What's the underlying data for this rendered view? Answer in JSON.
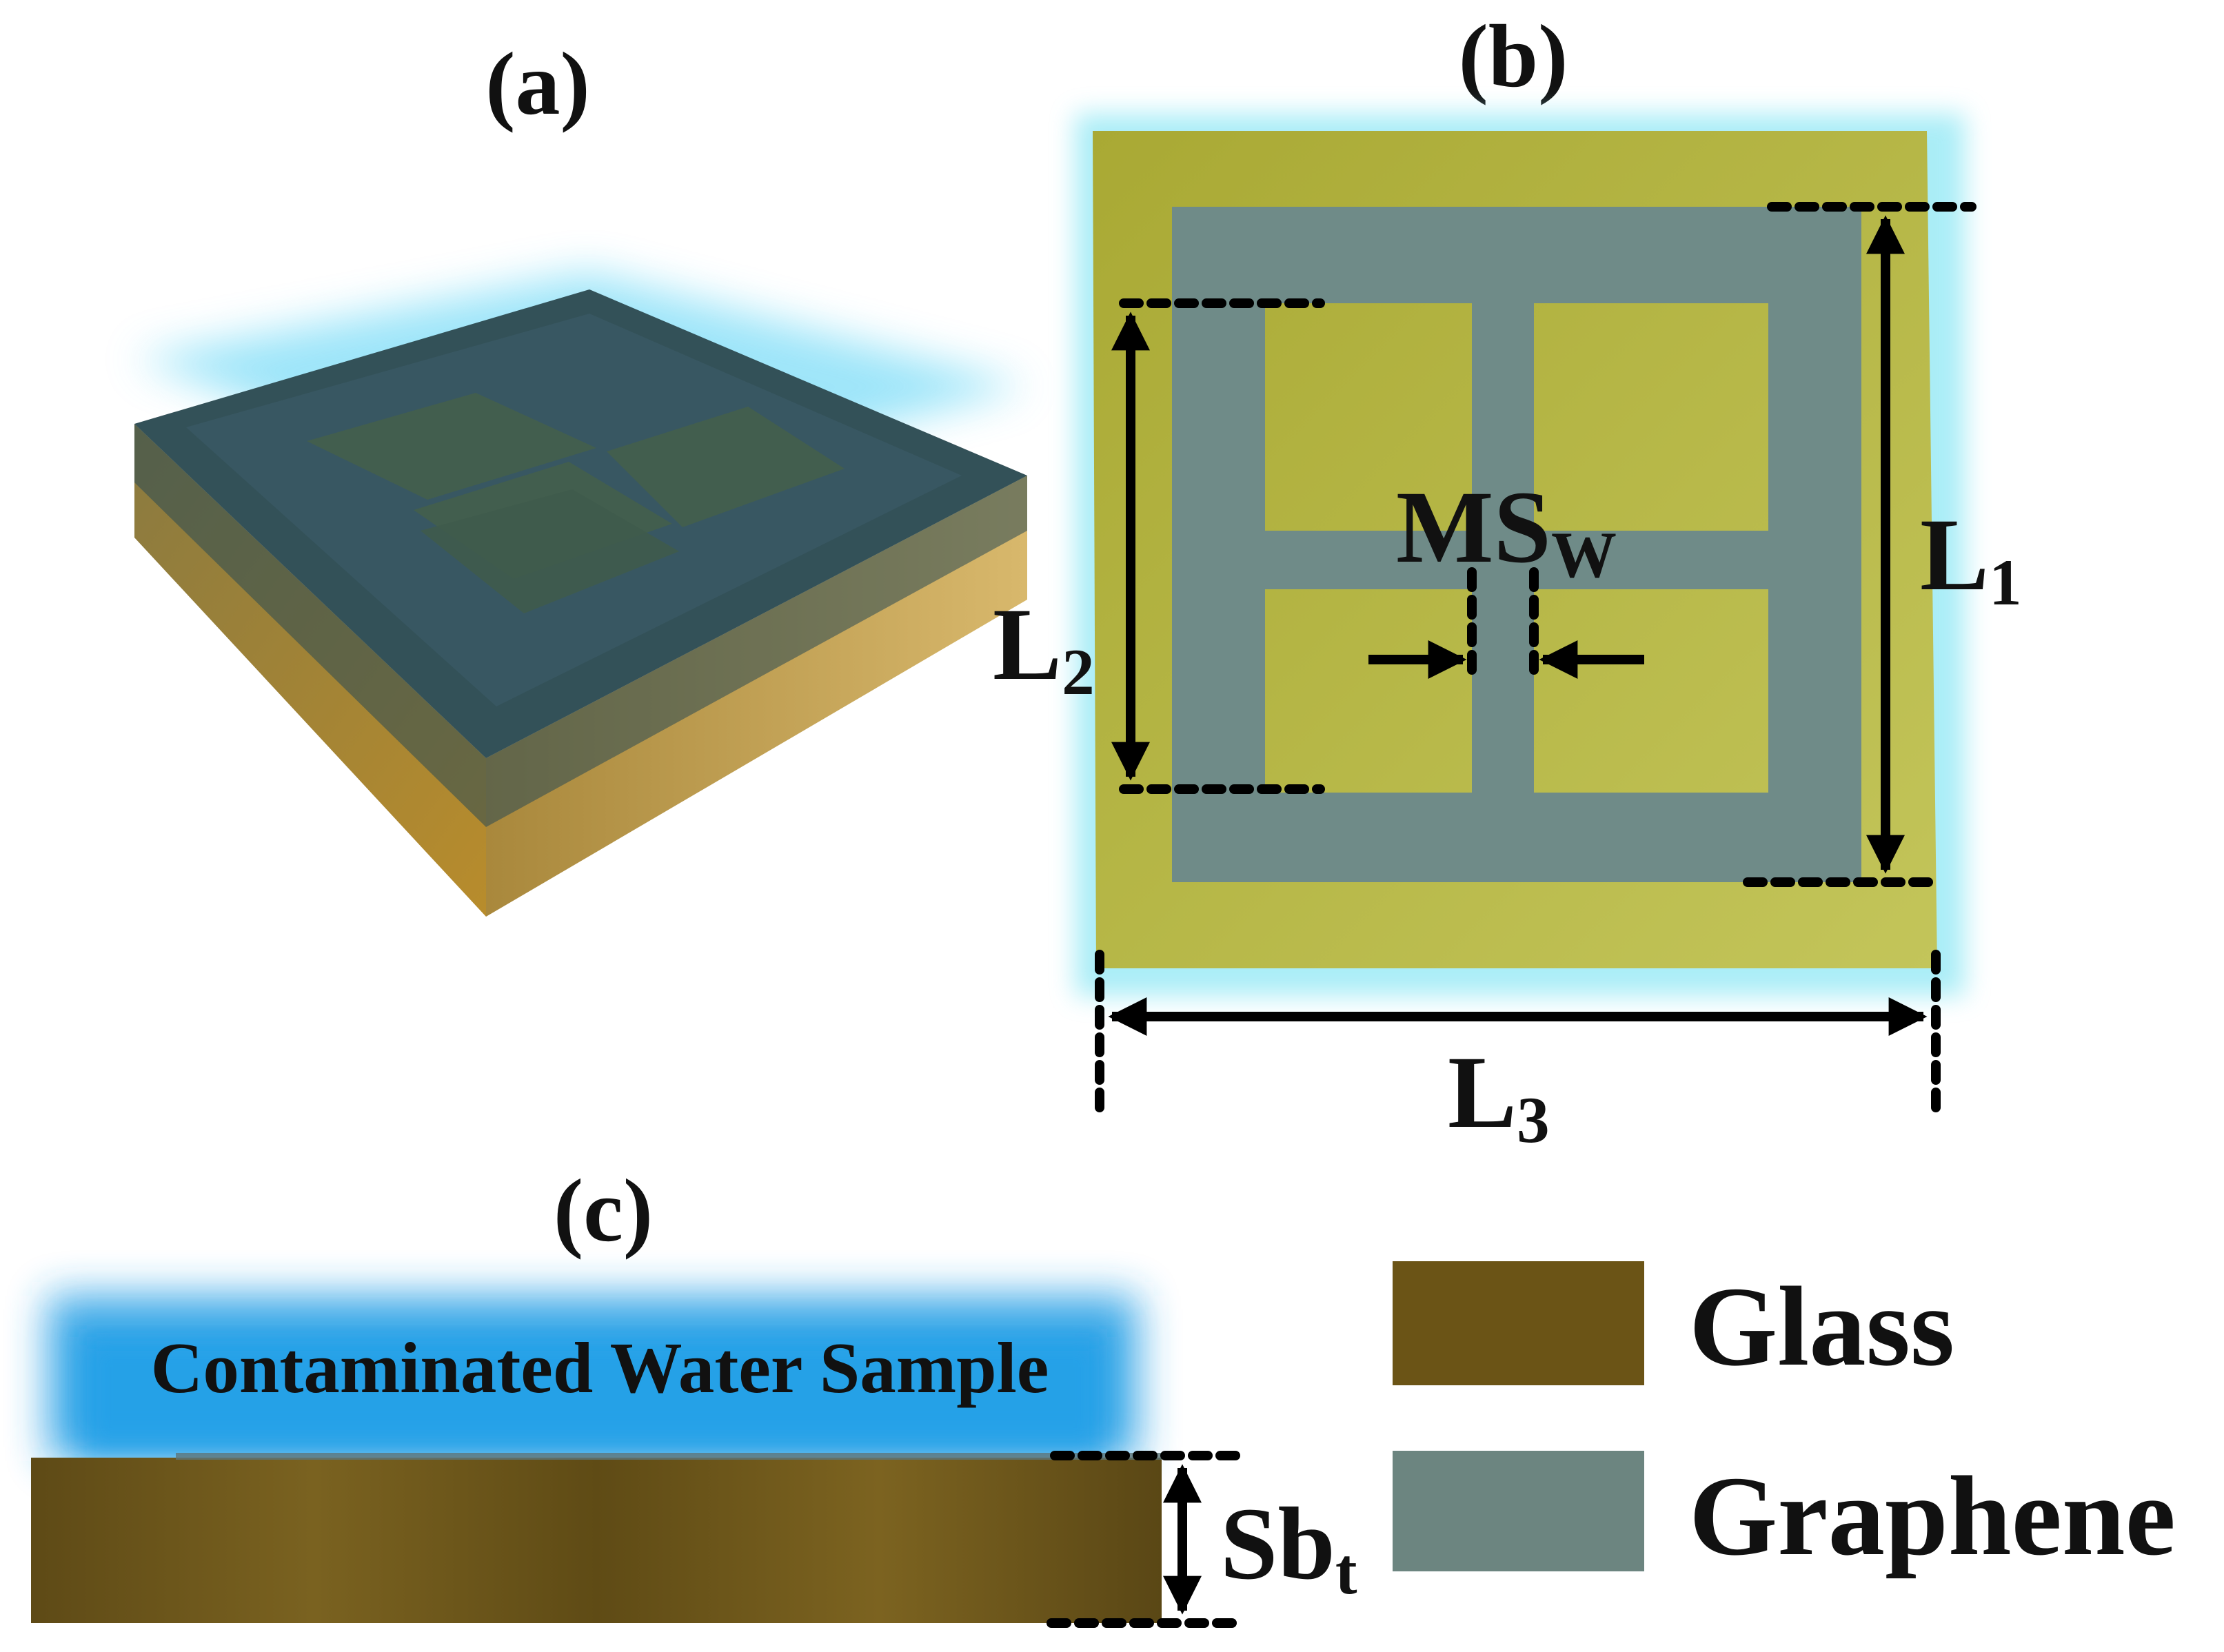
{
  "panels": {
    "a": {
      "label": "(a)"
    },
    "b": {
      "label": "(b)"
    },
    "c": {
      "label": "(c)"
    }
  },
  "dimensions": {
    "L1": {
      "main": "L",
      "sub": "1"
    },
    "L2": {
      "main": "L",
      "sub": "2"
    },
    "L3": {
      "main": "L",
      "sub": "3"
    },
    "MSw": {
      "main": "MS",
      "sub": "W"
    },
    "Sbt": {
      "main": "Sb",
      "sub": "t"
    }
  },
  "water_sample_label": "Contaminated Water Sample",
  "legend": [
    {
      "label": "Glass",
      "color": "#6b5416"
    },
    {
      "label": "Graphene",
      "color": "#6c8580"
    }
  ],
  "colors": {
    "glass": "#6b5416",
    "graphene": "#6c8580",
    "substrate_top": "#b5b549",
    "water": "#3aa8e6"
  }
}
